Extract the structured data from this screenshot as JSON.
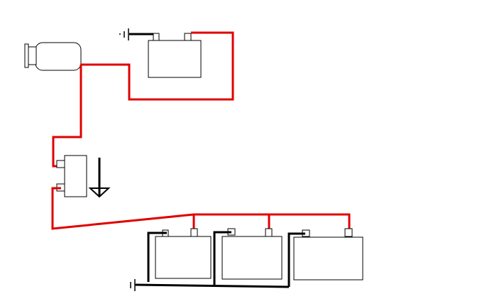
{
  "diagram": {
    "colors": {
      "positive_wire": "#e00000",
      "ground_wire": "#000000",
      "background": "#ffffff"
    },
    "components": [
      {
        "id": "alternator",
        "kind": "alternator-icon"
      },
      {
        "id": "starting-battery",
        "kind": "battery-icon"
      },
      {
        "id": "isolator",
        "kind": "battery-isolator-icon"
      },
      {
        "id": "house-battery-1",
        "kind": "battery-icon"
      },
      {
        "id": "house-battery-2",
        "kind": "battery-icon"
      },
      {
        "id": "house-battery-3",
        "kind": "battery-icon"
      },
      {
        "id": "ground-symbols",
        "kind": "ground-icon"
      }
    ],
    "labels": []
  }
}
